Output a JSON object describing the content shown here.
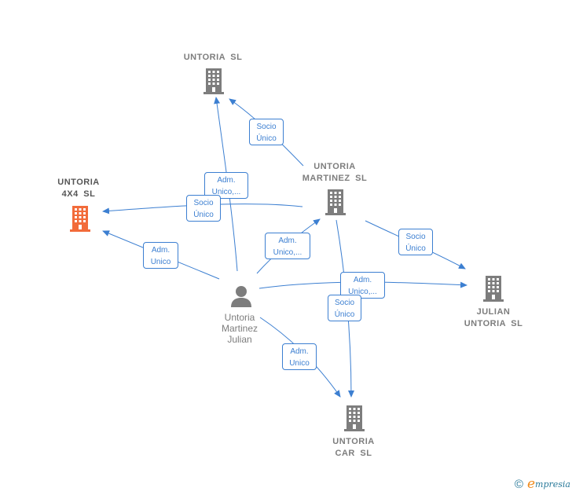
{
  "colors": {
    "edge": "#3c7fd1",
    "company_icon": "#7d7d7d",
    "highlight_icon": "#f26b3a",
    "person_icon": "#7d7d7d",
    "text": "#7d7d7d",
    "brand_accent": "#f08c1e",
    "brand_text": "#2a7a9a"
  },
  "nodes": [
    {
      "id": "untoria-sl",
      "label": "UNTORIA  SL",
      "kind": "company",
      "icon": "building-icon"
    },
    {
      "id": "untoria-4x4-sl",
      "label": "UNTORIA\n4X4  SL",
      "kind": "company-highlight",
      "icon": "building-icon"
    },
    {
      "id": "untoria-martinez-sl",
      "label": "UNTORIA\nMARTINEZ  SL",
      "kind": "company",
      "icon": "building-icon"
    },
    {
      "id": "julian-untoria-sl",
      "label": "JULIAN\nUNTORIA  SL",
      "kind": "company",
      "icon": "building-icon"
    },
    {
      "id": "untoria-car-sl",
      "label": "UNTORIA\nCAR  SL",
      "kind": "company",
      "icon": "building-icon"
    },
    {
      "id": "untoria-martinez-julian",
      "label": "Untoria\nMartinez\nJulian",
      "kind": "person",
      "icon": "person-icon"
    }
  ],
  "edges": [
    {
      "id": "e1",
      "label": "Socio\nÚnico"
    },
    {
      "id": "e2",
      "label": "Adm.\nUnico,..."
    },
    {
      "id": "e3",
      "label": "Socio\nÚnico"
    },
    {
      "id": "e4",
      "label": "Adm.\nUnico"
    },
    {
      "id": "e5",
      "label": "Adm.\nUnico,..."
    },
    {
      "id": "e6",
      "label": "Socio\nÚnico"
    },
    {
      "id": "e7",
      "label": "Adm.\nUnico,..."
    },
    {
      "id": "e8",
      "label": "Socio\nÚnico"
    },
    {
      "id": "e9",
      "label": "Adm.\nUnico"
    }
  ],
  "footer": {
    "copyright": "©",
    "brand_initial": "e",
    "brand_rest": "mpresia"
  }
}
